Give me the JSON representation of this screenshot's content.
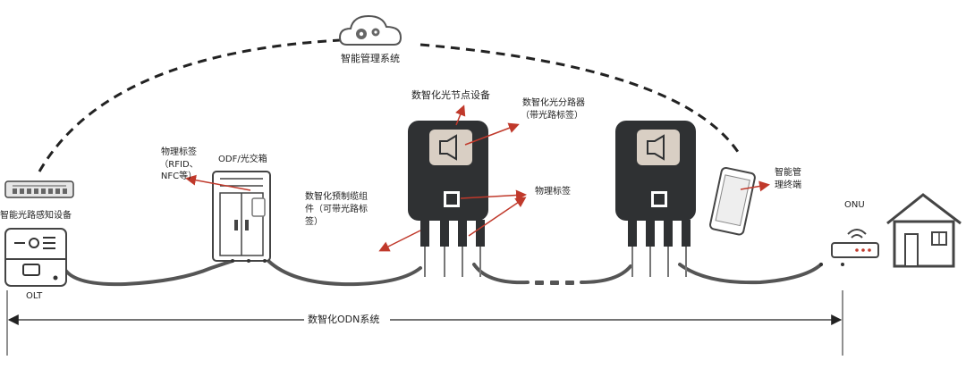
{
  "labels": {
    "cloud": "智能管理系统",
    "node_device": "数智化光节点设备",
    "splitter": "数智化光分路器",
    "splitter_sub": "（带光路标签）",
    "physical_tag_left_1": "物理标签",
    "physical_tag_left_2": "（RFID、",
    "physical_tag_left_3": "NFC等）",
    "odf": "ODF/光交箱",
    "physical_tag_right": "物理标签",
    "precable_1": "数智化预制缆组",
    "precable_2": "件（可带光路标",
    "precable_3": "签）",
    "terminal_1": "智能管",
    "terminal_2": "理终端",
    "sensor": "智能光路感知设备",
    "olt": "OLT",
    "onu": "ONU",
    "system": "数智化ODN系统"
  },
  "colors": {
    "arrow_red": "#c0392b",
    "device_dark": "#2f3133",
    "cable_grey": "#555555",
    "outline": "#4a4a4a"
  },
  "icons": [
    "cloud-gear-icon",
    "router-icon",
    "house-icon",
    "tablet-icon",
    "olt-icon"
  ]
}
